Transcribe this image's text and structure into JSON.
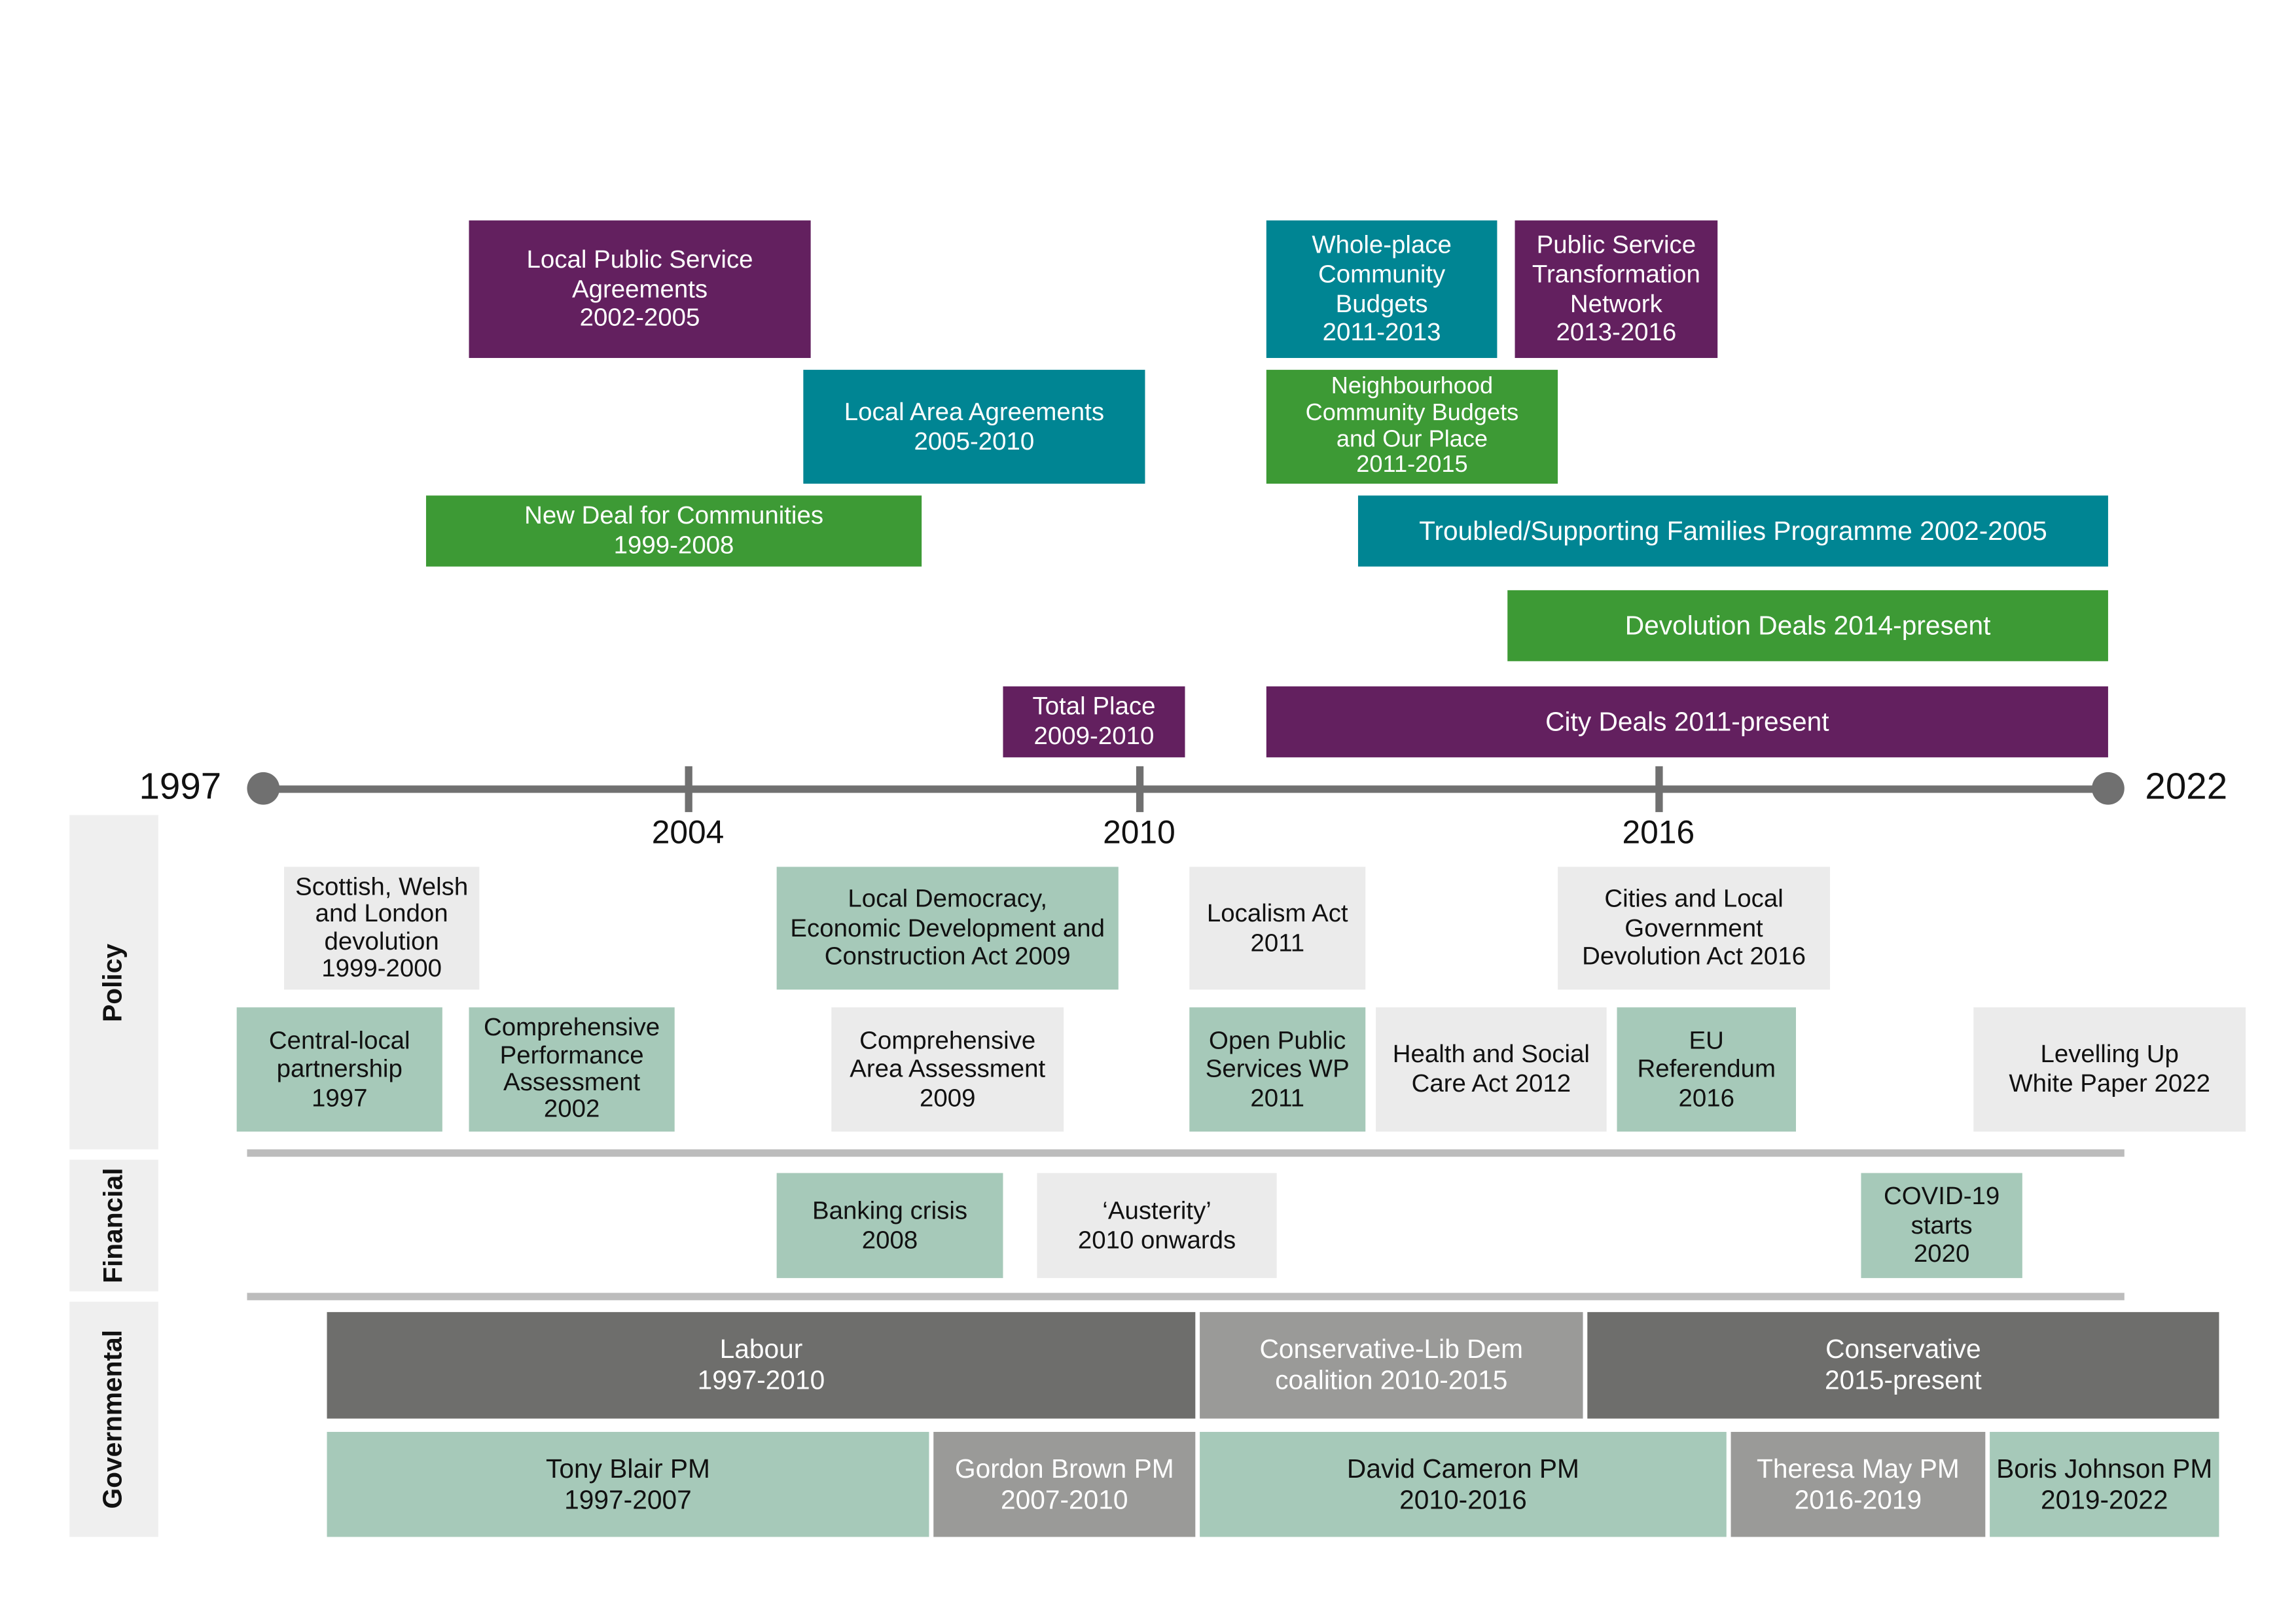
{
  "timeline": {
    "start_label": "1997",
    "end_label": "2022",
    "ticks": [
      {
        "label": "2004",
        "year": 2004
      },
      {
        "label": "2010",
        "year": 2010
      },
      {
        "label": "2016",
        "year": 2016
      }
    ]
  },
  "categories": [
    "Policy",
    "Financial",
    "Governmental"
  ],
  "programmes": [
    {
      "text": "Local Public Service\nAgreements\n2002-2005",
      "color": "purple"
    },
    {
      "text": "Local Area Agreements\n2005-2010",
      "color": "teal"
    },
    {
      "text": "New Deal for Communities\n1999-2008",
      "color": "green"
    },
    {
      "text": "Total Place\n2009-2010",
      "color": "purple"
    },
    {
      "text": "Whole-place\nCommunity\nBudgets\n2011-2013",
      "color": "teal"
    },
    {
      "text": "Public Service\nTransformation\nNetwork\n2013-2016",
      "color": "purple"
    },
    {
      "text": "Neighbourhood\nCommunity Budgets\nand Our Place\n2011-2015",
      "color": "green"
    },
    {
      "text": "Troubled/Supporting Families Programme 2002-2005",
      "color": "teal"
    },
    {
      "text": "Devolution Deals 2014-present",
      "color": "green"
    },
    {
      "text": "City Deals 2011-present",
      "color": "purple"
    }
  ],
  "policy": [
    {
      "text": "Scottish, Welsh\nand London\ndevolution\n1999-2000",
      "color": "light"
    },
    {
      "text": "Local Democracy,\nEconomic Development and\nConstruction Act 2009",
      "color": "mint"
    },
    {
      "text": "Localism Act\n2011",
      "color": "light"
    },
    {
      "text": "Cities and Local\nGovernment\nDevolution Act 2016",
      "color": "light"
    },
    {
      "text": "Central-local\npartnership\n1997",
      "color": "mint"
    },
    {
      "text": "Comprehensive\nPerformance\nAssessment\n2002",
      "color": "mint"
    },
    {
      "text": "Comprehensive\nArea Assessment\n2009",
      "color": "light"
    },
    {
      "text": "Open Public\nServices WP\n2011",
      "color": "mint"
    },
    {
      "text": "Health and Social\nCare Act 2012",
      "color": "light"
    },
    {
      "text": "EU\nReferendum\n2016",
      "color": "mint"
    },
    {
      "text": "Levelling Up\nWhite Paper 2022",
      "color": "light"
    }
  ],
  "financial": [
    {
      "text": "Banking crisis\n2008",
      "color": "mint"
    },
    {
      "text": "‘Austerity’\n2010 onwards",
      "color": "light"
    },
    {
      "text": "COVID-19\nstarts\n2020",
      "color": "mint"
    }
  ],
  "governments": [
    {
      "text": "Labour\n1997-2010",
      "color": "dark"
    },
    {
      "text": "Conservative-Lib Dem\ncoalition 2010-2015",
      "color": "mid"
    },
    {
      "text": "Conservative\n2015-present",
      "color": "dark"
    }
  ],
  "prime_ministers": [
    {
      "text": "Tony Blair PM\n1997-2007",
      "color": "mint"
    },
    {
      "text": "Gordon Brown PM\n2007-2010",
      "color": "mid"
    },
    {
      "text": "David Cameron PM\n2010-2016",
      "color": "mint"
    },
    {
      "text": "Theresa May PM\n2016-2019",
      "color": "mid"
    },
    {
      "text": "Boris Johnson PM\n2019-2022",
      "color": "mint"
    }
  ]
}
